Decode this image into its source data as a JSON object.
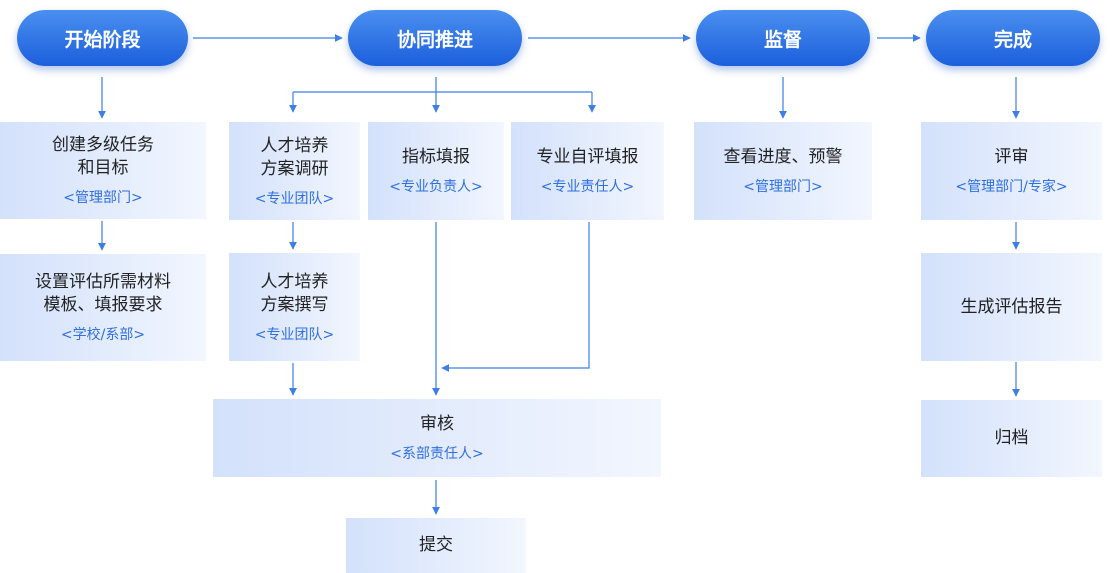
{
  "stages": {
    "start": "开始阶段",
    "collab": "协同推进",
    "monitor": "监督",
    "complete": "完成"
  },
  "steps": {
    "create_goals": {
      "title": "创建多级任务\n和目标",
      "role": "<管理部门>"
    },
    "set_templates": {
      "title": "设置评估所需材料\n模板、填报要求",
      "role": "<学校/系部>"
    },
    "talent_research": {
      "title": "人才培养\n方案调研",
      "role": "<专业团队>"
    },
    "talent_writing": {
      "title": "人才培养\n方案撰写",
      "role": "<专业团队>"
    },
    "indicator_fill": {
      "title": "指标填报",
      "role": "<专业负责人>"
    },
    "self_eval_fill": {
      "title": "专业自评填报",
      "role": "<专业责任人>"
    },
    "review": {
      "title": "审核",
      "role": "<系部责任人>"
    },
    "submit": {
      "title": "提交"
    },
    "check_progress": {
      "title": "查看进度、预警",
      "role": "<管理部门>"
    },
    "evaluate": {
      "title": "评审",
      "role": "<管理部门/专家>"
    },
    "gen_report": {
      "title": "生成评估报告"
    },
    "archive": {
      "title": "归档"
    }
  },
  "colors": {
    "pill_top": "#4a8ff0",
    "pill_bottom": "#1c5fdc",
    "box_left": "#d3e1fb",
    "box_right": "#f2f6fe",
    "arrow": "#3d7fe6",
    "role_text": "#2f6fe0"
  }
}
